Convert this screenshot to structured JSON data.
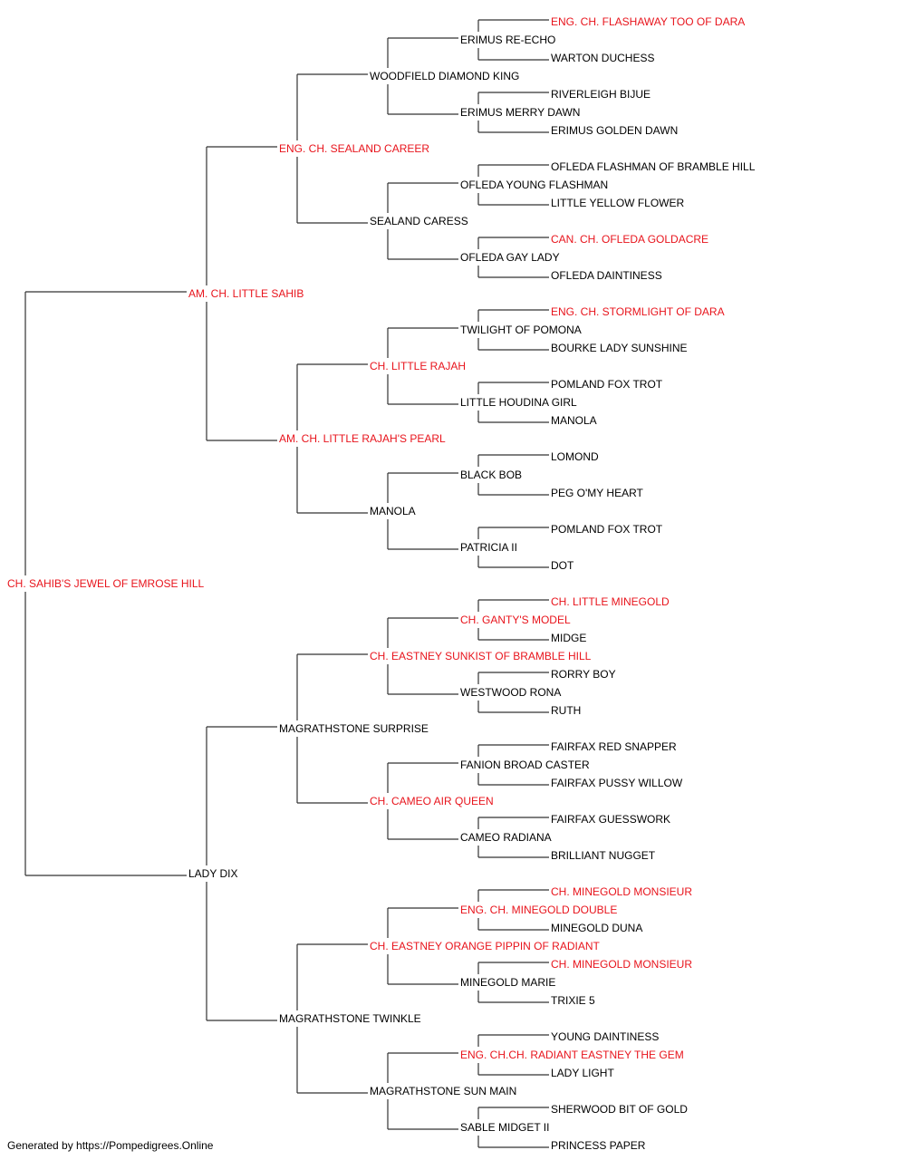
{
  "pedigree": {
    "name": "CH. SAHIB'S JEWEL OF EMROSE HILL",
    "sire": {
      "name": "AM. CH. LITTLE SAHIB",
      "sire": {
        "name": "ENG. CH. SEALAND CAREER",
        "sire": {
          "name": "WOODFIELD DIAMOND KING",
          "sire": {
            "name": "ERIMUS RE-ECHO",
            "sire": {
              "name": "ENG. CH. FLASHAWAY TOO OF DARA"
            },
            "dam": {
              "name": "WARTON DUCHESS"
            }
          },
          "dam": {
            "name": "ERIMUS MERRY DAWN",
            "sire": {
              "name": "RIVERLEIGH BIJUE"
            },
            "dam": {
              "name": "ERIMUS GOLDEN DAWN"
            }
          }
        },
        "dam": {
          "name": "SEALAND CARESS",
          "sire": {
            "name": "OFLEDA YOUNG FLASHMAN",
            "sire": {
              "name": "OFLEDA FLASHMAN OF BRAMBLE HILL"
            },
            "dam": {
              "name": "LITTLE YELLOW FLOWER"
            }
          },
          "dam": {
            "name": "OFLEDA GAY LADY",
            "sire": {
              "name": "CAN. CH. OFLEDA GOLDACRE"
            },
            "dam": {
              "name": "OFLEDA DAINTINESS"
            }
          }
        }
      },
      "dam": {
        "name": "AM. CH. LITTLE RAJAH'S PEARL",
        "sire": {
          "name": "CH. LITTLE RAJAH",
          "sire": {
            "name": "TWILIGHT OF POMONA",
            "sire": {
              "name": "ENG. CH. STORMLIGHT OF DARA"
            },
            "dam": {
              "name": "BOURKE LADY SUNSHINE"
            }
          },
          "dam": {
            "name": "LITTLE HOUDINA GIRL",
            "sire": {
              "name": "POMLAND FOX TROT"
            },
            "dam": {
              "name": "MANOLA"
            }
          }
        },
        "dam": {
          "name": "MANOLA",
          "sire": {
            "name": "BLACK BOB",
            "sire": {
              "name": "LOMOND"
            },
            "dam": {
              "name": "PEG O'MY HEART"
            }
          },
          "dam": {
            "name": "PATRICIA II",
            "sire": {
              "name": "POMLAND FOX TROT"
            },
            "dam": {
              "name": "DOT"
            }
          }
        }
      }
    },
    "dam": {
      "name": "LADY DIX",
      "sire": {
        "name": "MAGRATHSTONE SURPRISE",
        "sire": {
          "name": "CH. EASTNEY SUNKIST OF BRAMBLE HILL",
          "sire": {
            "name": "CH. GANTY'S MODEL",
            "sire": {
              "name": "CH. LITTLE MINEGOLD"
            },
            "dam": {
              "name": "MIDGE"
            }
          },
          "dam": {
            "name": "WESTWOOD RONA",
            "sire": {
              "name": "RORRY BOY"
            },
            "dam": {
              "name": "RUTH"
            }
          }
        },
        "dam": {
          "name": "CH. CAMEO AIR QUEEN",
          "sire": {
            "name": "FANION BROAD CASTER",
            "sire": {
              "name": "FAIRFAX RED SNAPPER"
            },
            "dam": {
              "name": "FAIRFAX PUSSY WILLOW"
            }
          },
          "dam": {
            "name": "CAMEO RADIANA",
            "sire": {
              "name": "FAIRFAX GUESSWORK"
            },
            "dam": {
              "name": "BRILLIANT NUGGET"
            }
          }
        }
      },
      "dam": {
        "name": "MAGRATHSTONE TWINKLE",
        "sire": {
          "name": "CH. EASTNEY ORANGE PIPPIN OF RADIANT",
          "sire": {
            "name": "ENG. CH. MINEGOLD DOUBLE",
            "sire": {
              "name": "CH. MINEGOLD MONSIEUR"
            },
            "dam": {
              "name": "MINEGOLD DUNA"
            }
          },
          "dam": {
            "name": "MINEGOLD MARIE",
            "sire": {
              "name": "CH. MINEGOLD MONSIEUR"
            },
            "dam": {
              "name": "TRIXIE 5"
            }
          }
        },
        "dam": {
          "name": "MAGRATHSTONE SUN MAIN",
          "sire": {
            "name": "ENG. CH.CH. RADIANT EASTNEY THE GEM",
            "sire": {
              "name": "YOUNG DAINTINESS"
            },
            "dam": {
              "name": "LADY LIGHT"
            }
          },
          "dam": {
            "name": "SABLE MIDGET II",
            "sire": {
              "name": "SHERWOOD BIT OF GOLD"
            },
            "dam": {
              "name": "PRINCESS PAPER"
            }
          }
        }
      }
    }
  },
  "footer": "Generated by https://Pompedigrees.Online",
  "colors": {
    "champion": "#e8141c",
    "normal": "#000000",
    "line": "#333333"
  }
}
